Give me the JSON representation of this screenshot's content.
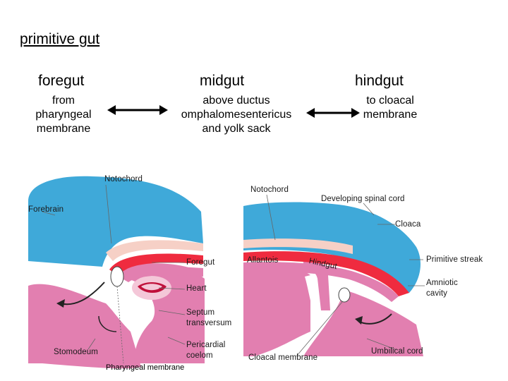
{
  "title": "primitive gut",
  "columns": [
    {
      "heading": "foregut",
      "description": [
        "from",
        "pharyngeal",
        "membrane"
      ]
    },
    {
      "heading": "midgut",
      "description": [
        "above ductus",
        "omphalomesentericus",
        "and yolk sack"
      ]
    },
    {
      "heading": "hindgut",
      "description": [
        "to cloacal",
        "membrane"
      ]
    }
  ],
  "left_figure": {
    "labels": {
      "notochord": "Notochord",
      "forebrain": "Forebrain",
      "foregut": "Foregut",
      "heart": "Heart",
      "septum": [
        "Septum",
        "transversum"
      ],
      "pericardial": [
        "Pericardial",
        "coelom"
      ],
      "stomodeum": "Stomodeum"
    }
  },
  "right_figure": {
    "labels": {
      "notochord": "Notochord",
      "spinal_cord": "Developing spinal cord",
      "cloaca": "Cloaca",
      "allantois": "Allantois",
      "hindgut": "Hindgut",
      "primitive_streak": "Primitive streak",
      "amniotic": [
        "Amniotic",
        "cavity"
      ],
      "umbilical": "Umbilical cord",
      "cloacal_membrane": "Cloacal membrane"
    }
  },
  "caption": "Pharyngeal membrane",
  "colors": {
    "neural": "#3fa9d9",
    "gut": "#ef2b3f",
    "mesoderm": "#e27fb0",
    "notochord": "#f6d0c6"
  }
}
